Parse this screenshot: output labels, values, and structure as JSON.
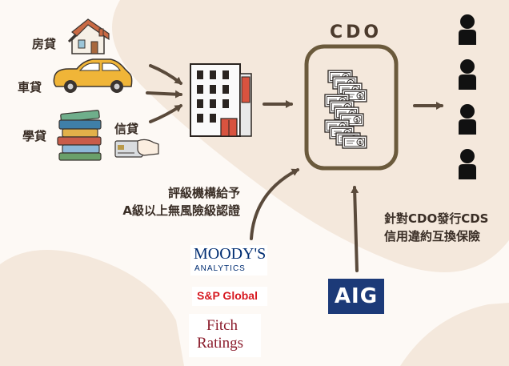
{
  "loans": {
    "mortgage": "房貸",
    "car": "車貸",
    "student": "學貸",
    "credit": "信貸"
  },
  "cdo": {
    "title": "CDO"
  },
  "rating_note": {
    "line1": "評級機構給予",
    "line2": "A級以上無風險級認證"
  },
  "cds_note": {
    "line1": "針對CDO發行CDS",
    "line2": "信用違約互換保險"
  },
  "agencies": {
    "moodys": {
      "line1": "MOODY'S",
      "line2": "ANALYTICS"
    },
    "sp": "S&P Global",
    "fitch": {
      "line1": "Fitch",
      "line2": "Ratings"
    }
  },
  "insurer": {
    "name": "AIG"
  },
  "colors": {
    "background": "#fdf9f5",
    "blob": "#f3e5d8",
    "arrow": "#5a4a3b",
    "cdo_border": "#6b5a3c",
    "aig_blue": "#1c3a78",
    "sp_red": "#d71920",
    "moodys_navy": "#002d72",
    "fitch_maroon": "#8b1c2c"
  },
  "icons": [
    "house-icon",
    "car-icon",
    "books-icon",
    "credit-card-icon",
    "bank-building-icon",
    "money-stack-icon",
    "person-icon"
  ],
  "investors": {
    "count": 4
  }
}
